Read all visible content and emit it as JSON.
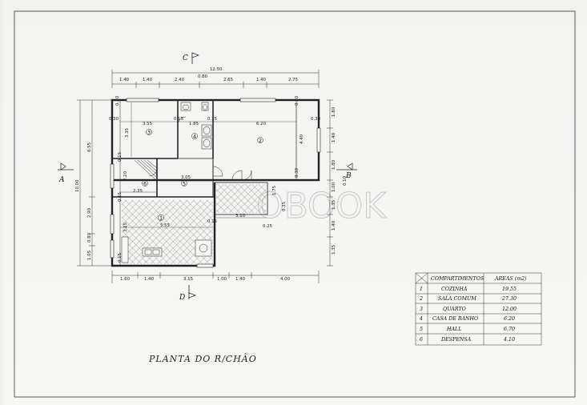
{
  "sheet": {
    "title": "PLANTA DO R/CHÃO",
    "watermark": "OBOOK"
  },
  "sections": {
    "c": "C",
    "d": "D",
    "a": "A",
    "b": "B"
  },
  "dims_top": {
    "overall": "12.50",
    "mid": "0.80",
    "segments": [
      "1.40",
      "1.40",
      "2.40",
      "2.65",
      "1.40",
      "2.75"
    ]
  },
  "dims_bottom": [
    "1.60",
    "1.40",
    "3.15",
    "1.00",
    "1.40",
    "4.00"
  ],
  "dims_left_outer": [
    "6.55",
    "10.00",
    "2.90",
    "0.80",
    "1.05"
  ],
  "dims_right": [
    "1.80",
    "1.40",
    "1.80",
    "1.00",
    "1.35",
    "1.40",
    "1.35",
    "0.10"
  ],
  "inner_dims": {
    "d0_30_a": "0.30",
    "d0_30_b": "0.30",
    "d0_30_c": "0.30",
    "d0_30_d": "0.30",
    "d0_30_e": "0.30",
    "d3_55": "3.55",
    "d0_15_a": "0.15",
    "d0_15_b": "0.15",
    "d1_85": "1.85",
    "d6_20": "6.20",
    "d3_35": "3.35",
    "d4_40": "4.40",
    "d3_05": "3.05",
    "d2_35": "2.35",
    "d0_15_c": "0.15",
    "d2_20": "2.20",
    "d0_15_d": "0.15",
    "d1_75": "1.75",
    "d3_10": "3.10",
    "d0_35": "0.35",
    "d0_25": "0.25",
    "d5_55": "5.55",
    "d0_15_e": "0.15",
    "d3_15": "3.15",
    "d0_15_f": "0.15"
  },
  "room_marks": [
    "3",
    "4",
    "2",
    "6",
    "5",
    "1"
  ],
  "table": {
    "headers": [
      "COMPARTIMENTOS",
      "AREAS (m2)"
    ],
    "rows": [
      {
        "n": "1",
        "name": "COZINHA",
        "area": "19.55"
      },
      {
        "n": "2",
        "name": "SALA COMUM",
        "area": "27.30"
      },
      {
        "n": "3",
        "name": "QUARTO",
        "area": "12.00"
      },
      {
        "n": "4",
        "name": "CASA DE BANHO",
        "area": "6.20"
      },
      {
        "n": "5",
        "name": "HALL",
        "area": "6.70"
      },
      {
        "n": "6",
        "name": "DESPENSA",
        "area": "4.10"
      }
    ]
  }
}
